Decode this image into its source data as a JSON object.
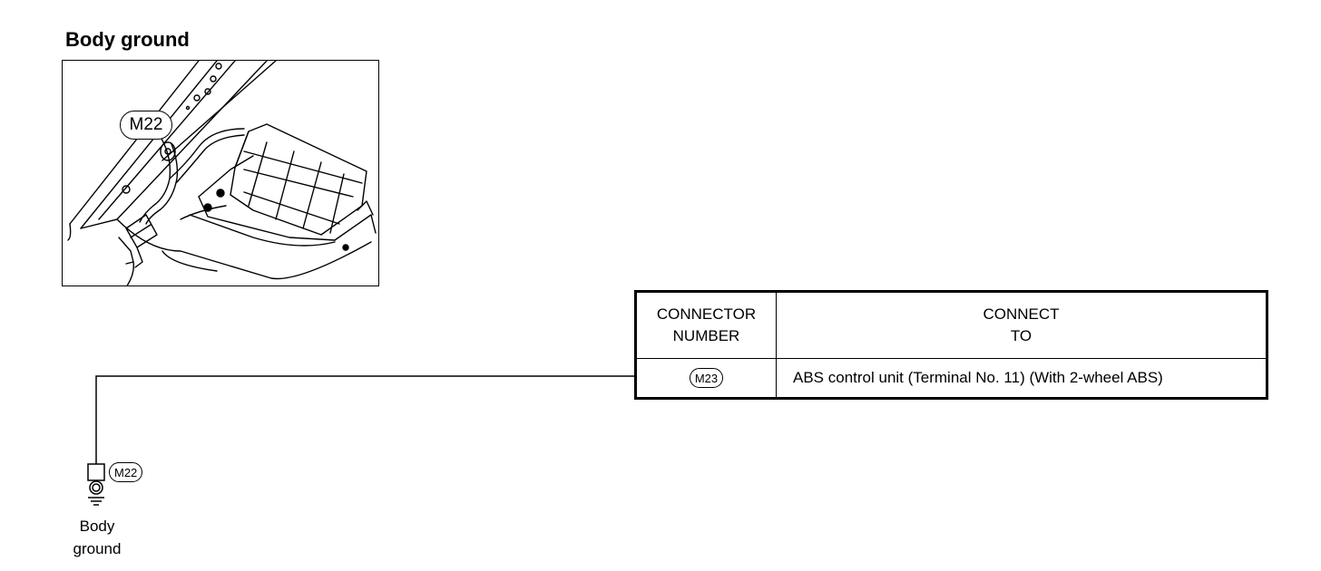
{
  "illustration": {
    "title": "Body ground",
    "callout": "M22"
  },
  "table": {
    "header": {
      "col1_line1": "CONNECTOR",
      "col1_line2": "NUMBER",
      "col2_line1": "CONNECT",
      "col2_line2": "TO"
    },
    "rows": [
      {
        "connector": "M23",
        "connect_to": "ABS control unit (Terminal No. 11) (With 2-wheel ABS)"
      }
    ]
  },
  "schematic": {
    "connector": "M22",
    "ground_label_line1": "Body",
    "ground_label_line2": "ground"
  }
}
